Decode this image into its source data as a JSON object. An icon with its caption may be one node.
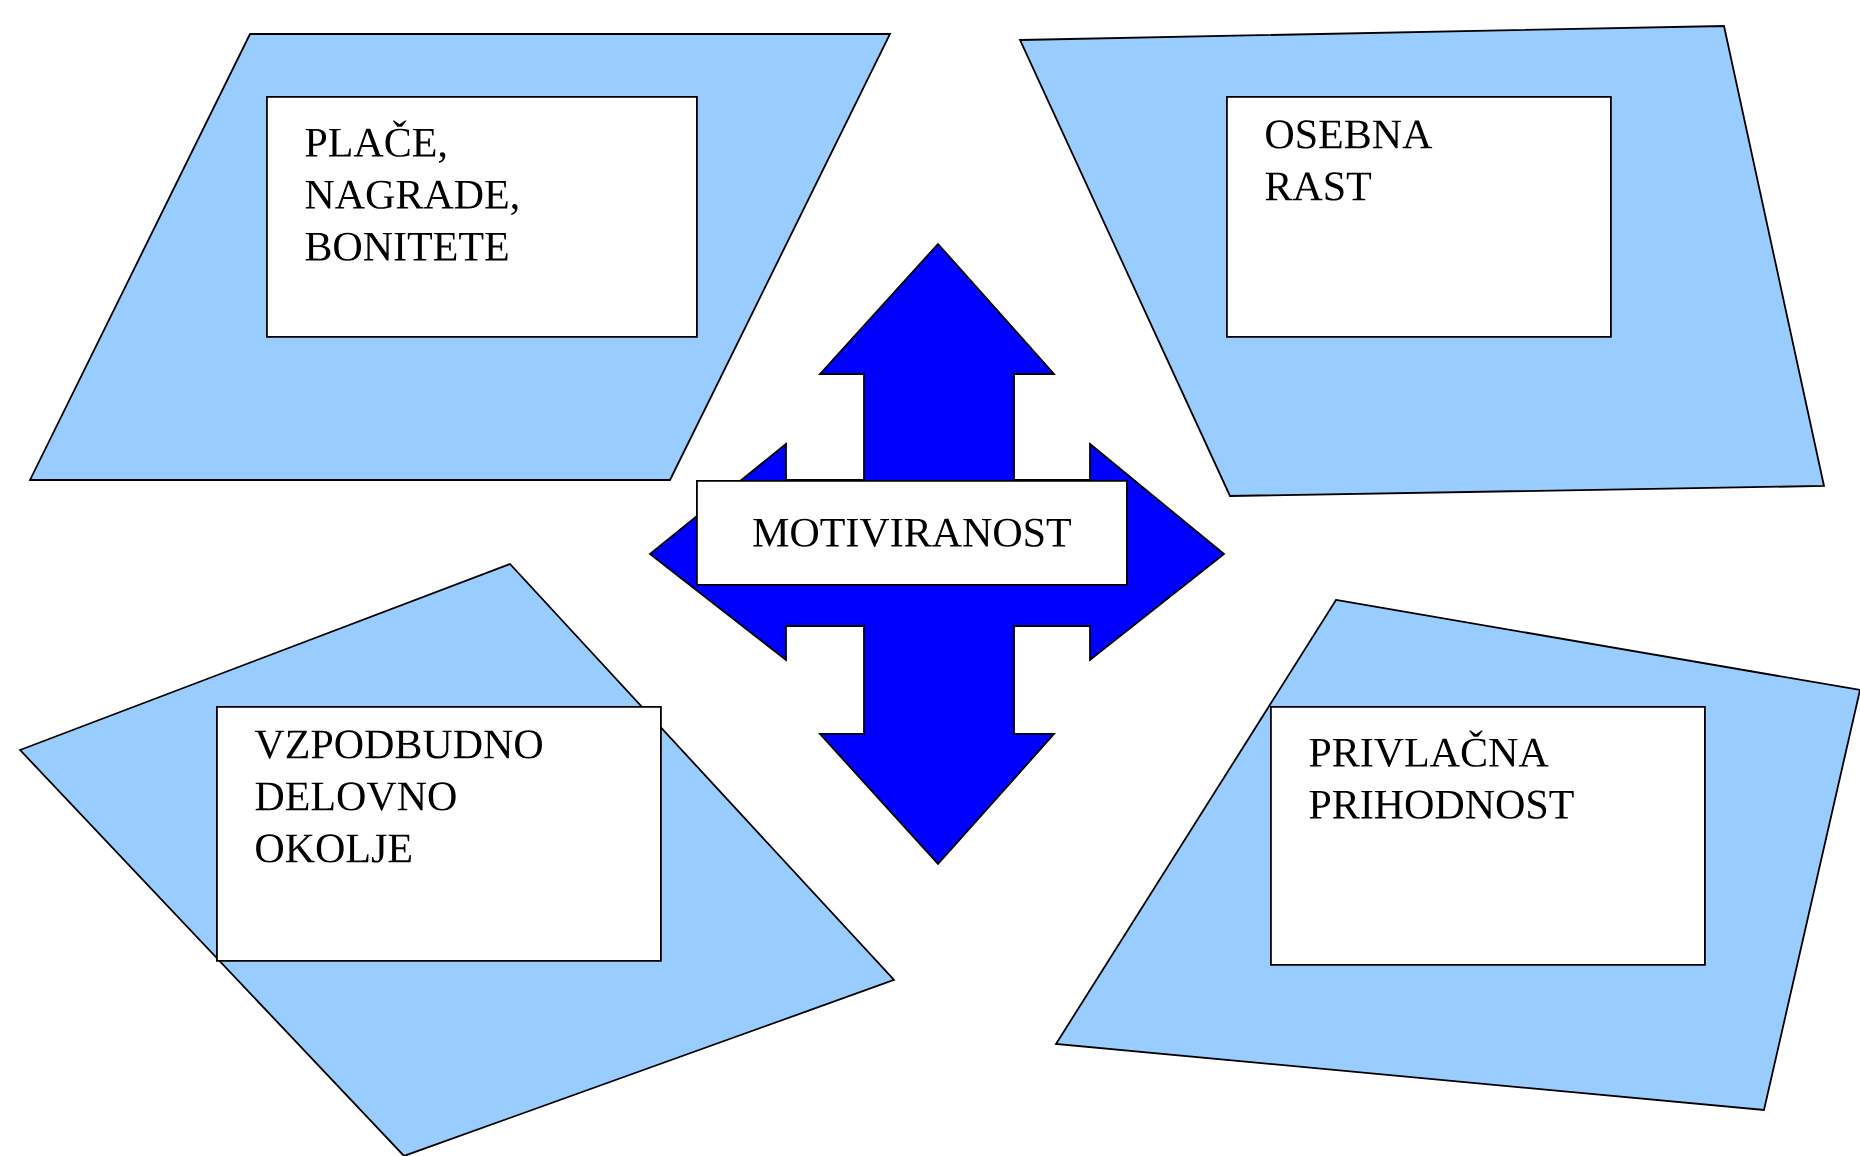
{
  "diagram": {
    "nodes": [
      {
        "text": [],
        "shape": "parallelogram"
      },
      {
        "text": [
          "PLAČE, NAGRADE, BONITETE"
        ],
        "in": 0
      },
      {
        "text": [],
        "shape": "parallelogram"
      },
      {
        "text": [
          "OSEBNA RAST"
        ],
        "in": 2
      },
      {
        "text": [],
        "shape": "arrow"
      },
      {
        "text": [
          "MOTIVIRANOST"
        ],
        "in": 4
      },
      {
        "text": [],
        "shape": "parallelogram"
      },
      {
        "text": [
          "VZPODBUDNO DELOVNO OKOLJE"
        ],
        "in": 6
      },
      {
        "text": [],
        "shape": "parallelogram"
      },
      {
        "text": [
          "PRIVLAČNA PRIHODNOST"
        ],
        "in": 8
      }
    ]
  }
}
